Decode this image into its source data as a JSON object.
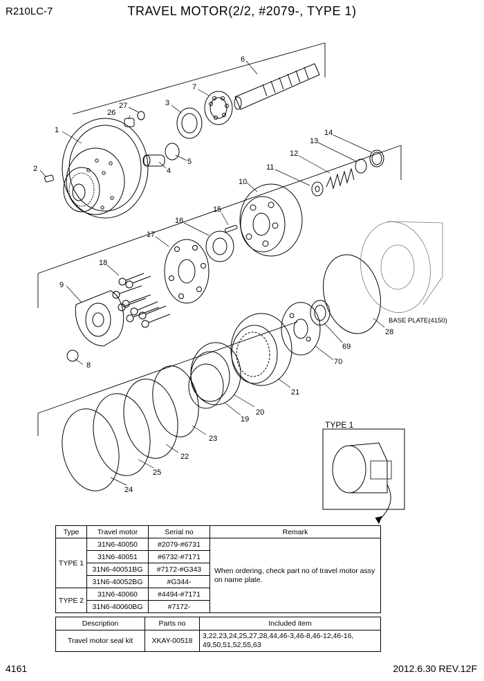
{
  "header": {
    "model": "R210LC-7",
    "title": "TRAVEL MOTOR(2/2, #2079-, TYPE 1)"
  },
  "callouts": [
    "1",
    "2",
    "3",
    "4",
    "5",
    "6",
    "7",
    "8",
    "9",
    "10",
    "11",
    "12",
    "13",
    "14",
    "15",
    "16",
    "17",
    "18",
    "19",
    "20",
    "21",
    "22",
    "23",
    "24",
    "25",
    "26",
    "27",
    "28",
    "69",
    "70"
  ],
  "labels": {
    "base_plate": "BASE PLATE(4150)",
    "type1_box": "TYPE 1"
  },
  "serial_table": {
    "headers": [
      "Type",
      "Travel motor",
      "Serial no",
      "Remark"
    ],
    "groups": [
      {
        "type": "TYPE 1",
        "rows": [
          {
            "motor": "31N6-40050",
            "serial": "#2079-#6731"
          },
          {
            "motor": "31N6-40051",
            "serial": "#6732-#7171"
          },
          {
            "motor": "31N6-40051BG",
            "serial": "#7172-#G343"
          },
          {
            "motor": "31N6-40052BG",
            "serial": "#G344-"
          }
        ]
      },
      {
        "type": "TYPE 2",
        "rows": [
          {
            "motor": "31N6-40060",
            "serial": "#4494-#7171"
          },
          {
            "motor": "31N6-40060BG",
            "serial": "#7172-"
          }
        ]
      }
    ],
    "remark": "When ordering, check part no of travel motor assy on name plate."
  },
  "kit_table": {
    "headers": [
      "Description",
      "Parts no",
      "Included item"
    ],
    "row": {
      "description": "Travel motor seal kit",
      "parts_no": "XKAY-00518",
      "included": "3,22,23,24,25,27,28,44,46-3,46-8,46-12,46-16, 49,50,51,52,55,63"
    }
  },
  "footer": {
    "page": "4161",
    "revision": "2012.6.30  REV.12F"
  }
}
